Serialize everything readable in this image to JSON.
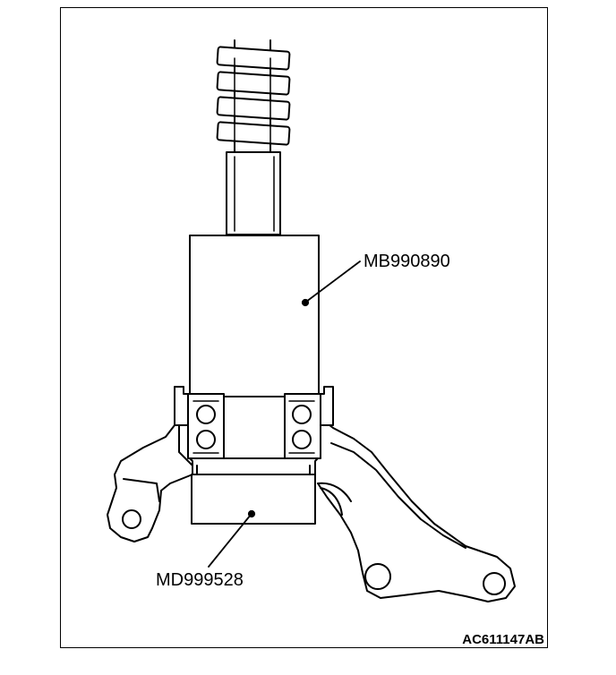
{
  "labels": {
    "tool_upper": "MB990890",
    "tool_lower": "MD999528",
    "figure_code": "AC611147AB"
  },
  "colors": {
    "ink": "#000000",
    "paper": "#ffffff"
  }
}
